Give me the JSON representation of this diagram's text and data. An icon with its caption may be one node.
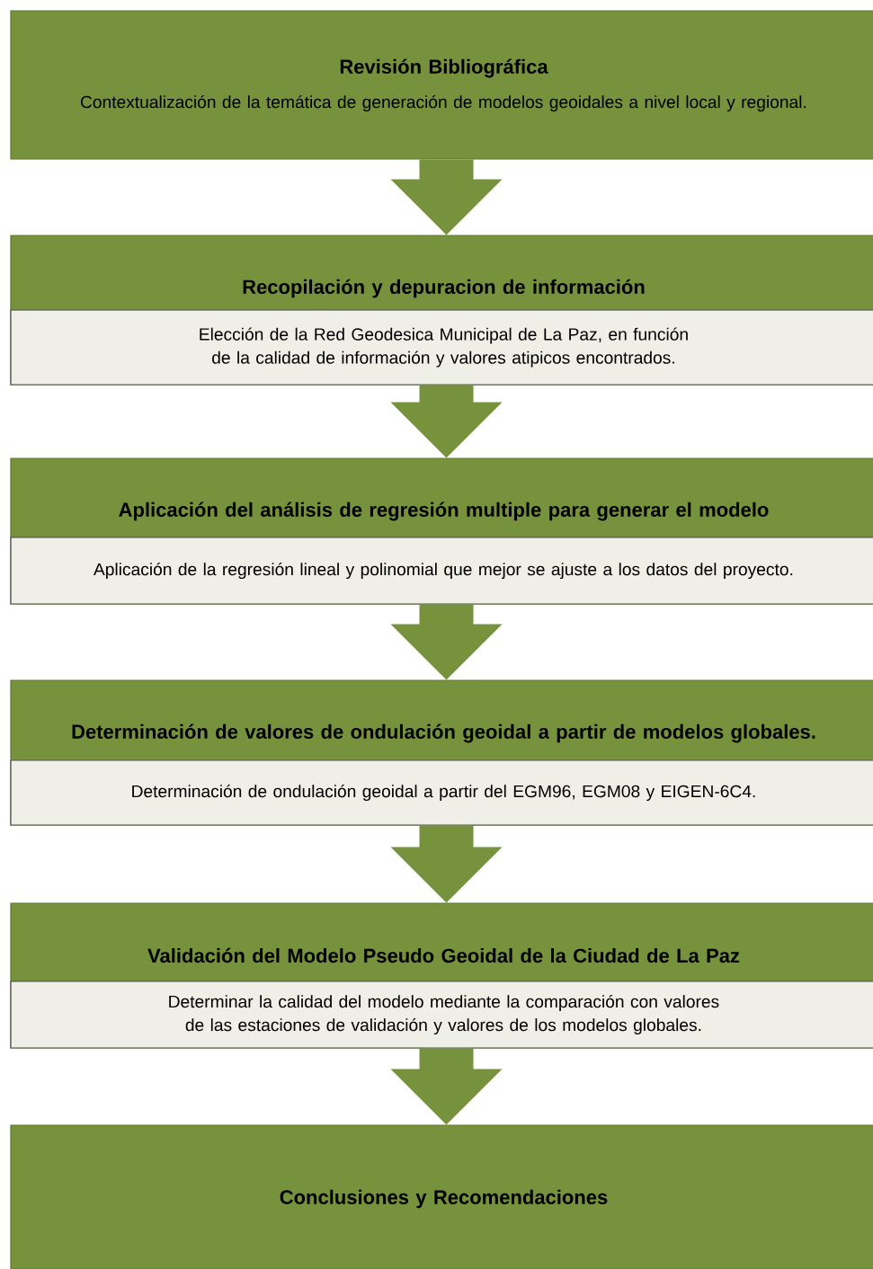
{
  "diagram": {
    "nodes": [
      {
        "text": [
          "Revisión Bibliográfica",
          "Contextualización de la temática de generación de modelos geoidales a nivel local y regional."
        ]
      },
      {
        "text": [
          "Recopilación y depuracion de información",
          "Elección de la Red Geodesica Municipal de La Paz, en función de la calidad de información y valores atipicos encontrados."
        ]
      },
      {
        "text": [
          "Aplicación del análisis de regresión multiple para generar el modelo",
          "Aplicación de la regresión lineal y polinomial que mejor se ajuste a los datos del proyecto."
        ]
      },
      {
        "text": [
          "Determinación de valores de ondulación geoidal a partir de modelos globales.",
          "Determinación de ondulación geoidal a partir del EGM96, EGM08 y EIGEN-6C4."
        ]
      },
      {
        "text": [
          "Validación del Modelo Pseudo Geoidal de la Ciudad de La Paz",
          "Determinar la calidad del modelo mediante la comparación con valores de las estaciones de validación y valores de los modelos globales."
        ]
      },
      {
        "text": [
          "Conclusiones  y Recomendaciones"
        ]
      }
    ],
    "edges": [
      {
        "from": 0,
        "to": 1,
        "arrow": "to"
      },
      {
        "from": 1,
        "to": 2,
        "arrow": "to"
      },
      {
        "from": 2,
        "to": 3,
        "arrow": "to"
      },
      {
        "from": 3,
        "to": 4,
        "arrow": "to"
      },
      {
        "from": 4,
        "to": 5,
        "arrow": "to"
      }
    ]
  }
}
